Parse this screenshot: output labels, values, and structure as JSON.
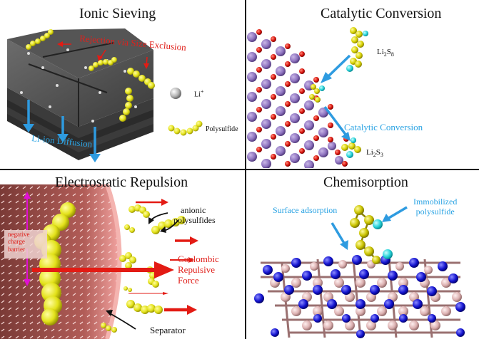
{
  "panels": {
    "ionic": {
      "title": "Ionic Sieving",
      "rejection": "Rejection via Size Exclusion",
      "li_ion": "Li",
      "li_ion_sup": "+",
      "polysulfide": "Polysulfide",
      "diffusion": "Li-ion Diffusion"
    },
    "catalytic": {
      "title": "Catalytic Conversion",
      "li2s8_main": "Li",
      "li2s8_sub1": "2",
      "li2s8_s": "S",
      "li2s8_sub2": "8",
      "conversion": "Catalytic Conversion",
      "li2s3_main": "Li",
      "li2s3_sub1": "2",
      "li2s3_s": "S",
      "li2s3_sub2": "3"
    },
    "electro": {
      "title": "Electrostatic Repulsion",
      "anionic_1": "anionic",
      "anionic_2": "polysulfides",
      "negative_1": "negative",
      "negative_2": "charge",
      "negative_3": "barrier",
      "coulombic_1": "Coulombic",
      "coulombic_2": "Repulsive",
      "coulombic_3": "Force",
      "separator": "Separator"
    },
    "chemi": {
      "title": "Chemisorption",
      "surface": "Surface adsorption",
      "immobilized_1": "Immobilized",
      "immobilized_2": "polysulfide"
    }
  },
  "colors": {
    "red_label": "#e0201b",
    "blue_label": "#2aa3e3",
    "sulfur": "#e3e21a",
    "lithium_blue": "#27d2d8",
    "arrow_blue": "#2e9be0",
    "arrow_red": "#e31b14"
  }
}
